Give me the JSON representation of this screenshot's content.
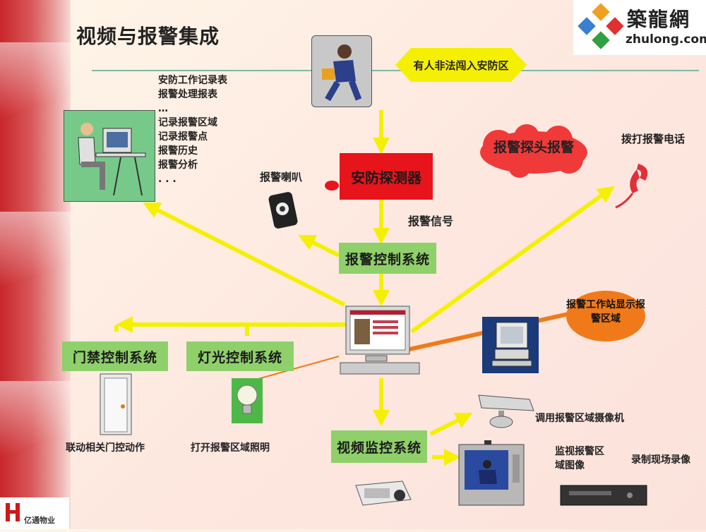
{
  "title": "视频与报警集成",
  "logo": {
    "cn": "築龍網",
    "en": "zhulong.com"
  },
  "corner_logo": "亿通物业",
  "intruder_callout": "有人非法闯入安防区",
  "records": [
    "安防工作记录表",
    "报警处理报表",
    "…",
    "记录报警区域",
    "记录报警点",
    "报警历史",
    "报警分析",
    ". . ."
  ],
  "nodes": {
    "detector": "安防探测器",
    "probe_alarm": "报警探头报警",
    "dial_phone": "拨打报警电话",
    "speaker": "报警喇叭",
    "alarm_signal": "报警信号",
    "alarm_control": "报警控制系统",
    "workstation": "报警工作站显示报警区域",
    "door_control": "门禁控制系统",
    "light_control": "灯光控制系统",
    "video_monitor": "视频监控系统",
    "door_action": "联动相关门控动作",
    "light_action": "打开报警区域照明",
    "camera_action": "调用报警区域摄像机",
    "monitor_image": "监视报警区域图像",
    "record_video": "录制现场录像"
  },
  "colors": {
    "arrow": "#f5f000",
    "green": "#8fd06a",
    "red": "#e8141b",
    "orange": "#f07a1a"
  }
}
